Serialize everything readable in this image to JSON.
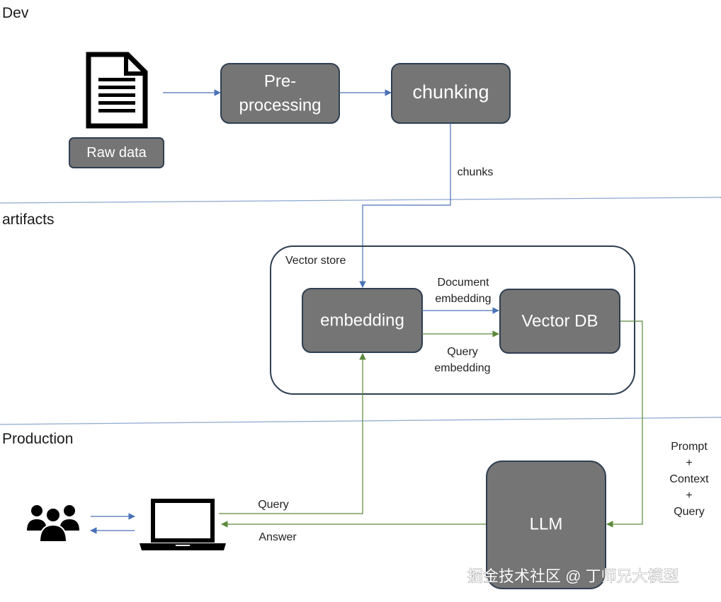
{
  "sections": {
    "dev": "Dev",
    "artifacts": "artifacts",
    "production": "Production"
  },
  "nodes": {
    "raw_data": "Raw data",
    "preprocessing_line1": "Pre-",
    "preprocessing_line2": "processing",
    "chunking": "chunking",
    "embedding": "embedding",
    "vector_db": "Vector DB",
    "llm": "LLM"
  },
  "groups": {
    "vector_store": "Vector store"
  },
  "edges": {
    "chunks": "chunks",
    "document_embedding_line1": "Document",
    "document_embedding_line2": "embedding",
    "query_embedding_line1": "Query",
    "query_embedding_line2": "embedding",
    "prompt_context_query": [
      "Prompt",
      "+",
      "Context",
      "+",
      "Query"
    ],
    "query": "Query",
    "answer": "Answer"
  },
  "icons": {
    "raw_data": "document-icon",
    "users": "users-icon",
    "client": "laptop-icon"
  },
  "watermark": "掘金技术社区 @ 丁师兄大模型",
  "colors": {
    "node_fill": "#757575",
    "node_stroke": "#2f3f52",
    "blue_arrow": "#4a72b8",
    "green_arrow": "#5b8a3a",
    "section_divider": "#8ea9cf"
  }
}
